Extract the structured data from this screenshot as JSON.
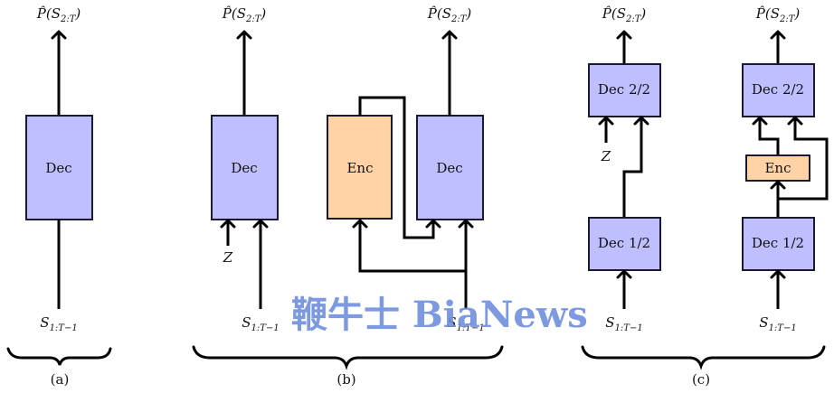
{
  "figure": {
    "output_label": {
      "base": "P̂(S",
      "sub": "2:T",
      "close": ")"
    },
    "input_label": {
      "base": "S",
      "sub": "1:T−1"
    },
    "latent_label": "Z",
    "colors": {
      "decoder_fill": "#bfbfff",
      "encoder_fill": "#ffd3a6",
      "stroke": "#1a1a2e"
    },
    "panels": [
      {
        "caption": "(a)",
        "blocks": [
          {
            "type": "decoder",
            "label": "Dec"
          }
        ]
      },
      {
        "caption": "(b)",
        "blocks": [
          {
            "type": "decoder",
            "label": "Dec",
            "inputs": [
              "Z",
              "S_1:T-1"
            ]
          },
          {
            "type": "encoder",
            "label": "Enc"
          },
          {
            "type": "decoder",
            "label": "Dec"
          }
        ]
      },
      {
        "caption": "(c)",
        "blocks": [
          {
            "type": "decoder",
            "label": "Dec 2/2"
          },
          {
            "type": "decoder",
            "label": "Dec 1/2"
          },
          {
            "type": "decoder",
            "label": "Dec 2/2"
          },
          {
            "type": "encoder",
            "label": "Enc"
          },
          {
            "type": "decoder",
            "label": "Dec 1/2"
          }
        ]
      }
    ]
  },
  "watermark": "鞭牛士 BiaNews"
}
